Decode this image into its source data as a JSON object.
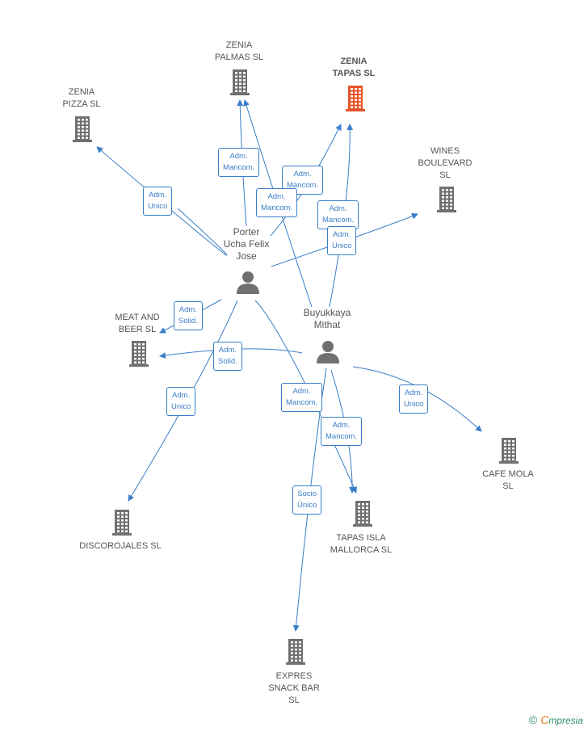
{
  "nodes": [
    {
      "id": "zenia-palmas",
      "type": "company",
      "label": "ZENIA\nPALMAS SL",
      "highlight": false
    },
    {
      "id": "zenia-tapas",
      "type": "company",
      "label": "ZENIA\nTAPAS  SL",
      "highlight": true
    },
    {
      "id": "zenia-pizza",
      "type": "company",
      "label": "ZENIA\nPIZZA SL",
      "highlight": false
    },
    {
      "id": "wines-boulevard",
      "type": "company",
      "label": "WINES\nBOULEVARD\nSL",
      "highlight": false
    },
    {
      "id": "porter",
      "type": "person",
      "label": "Porter\nUcha Felix\nJose"
    },
    {
      "id": "buyukkaya",
      "type": "person",
      "label": "Buyukkaya\nMithat"
    },
    {
      "id": "meat-and-beer",
      "type": "company",
      "label": "MEAT AND\nBEER  SL",
      "highlight": false
    },
    {
      "id": "cafe-mola",
      "type": "company",
      "label": "CAFE MOLA\nSL",
      "highlight": false
    },
    {
      "id": "discorojales",
      "type": "company",
      "label": "DISCOROJALES SL",
      "highlight": false
    },
    {
      "id": "tapas-isla",
      "type": "company",
      "label": "TAPAS ISLA\nMALLORCA  SL",
      "highlight": false
    },
    {
      "id": "expres-snack",
      "type": "company",
      "label": "EXPRES\nSNACK BAR\nSL",
      "highlight": false
    }
  ],
  "roles": {
    "porter_zenia_pizza": "Adm.\nUnico",
    "porter_zenia_palmas": "Adm.\nMancom.",
    "porter_zenia_tapas": "Adm.\nMancom.",
    "buyukkaya_zenia_palmas": "Adm.\nMancom.",
    "buyukkaya_zenia_tapas": "Adm.\nMancom.",
    "porter_wines": "Adm.\nUnico",
    "porter_meat": "Adm.\nSolid.",
    "buyukkaya_meat": "Adm.\nSolid.",
    "porter_discorojales": "Adm.\nUnico",
    "porter_tapas_isla": "Adm.\nMancom.",
    "buyukkaya_tapas_isla": "Adm.\nMancom.",
    "buyukkaya_cafe_mola": "Adm.\nUnico",
    "buyukkaya_expres": "Socio\nÚnico"
  },
  "colors": {
    "edge": "#3a7ec8",
    "company": "#707070",
    "company_highlight": "#e8542a",
    "person": "#707070"
  },
  "footer": {
    "copyright": "©",
    "brand_initial": "C",
    "brand_rest": "mpresia"
  }
}
